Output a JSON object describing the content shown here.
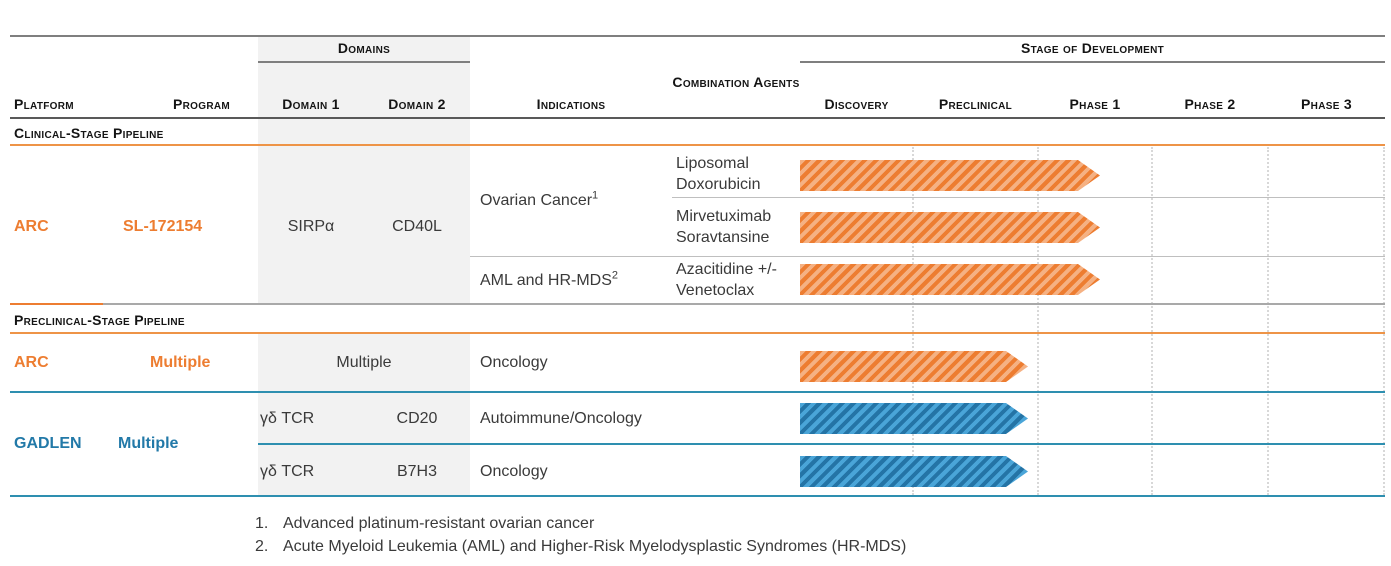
{
  "header": {
    "platform": "Platform",
    "program": "Program",
    "domains_group": "Domains",
    "domain_1": "Domain 1",
    "domain_2": "Domain 2",
    "indications": "Indications",
    "combination_agents": "Combination Agents",
    "stage_of_development": "Stage of Development",
    "stages": [
      "Discovery",
      "Preclinical",
      "Phase 1",
      "Phase 2",
      "Phase 3"
    ]
  },
  "clinical": {
    "section_title": "Clinical-Stage Pipeline",
    "platform": "ARC",
    "program": "SL-172154",
    "domain_1": "SIRPα",
    "domain_2": "CD40L",
    "indication_1": {
      "text": "Ovarian Cancer",
      "footnote_ref": "1"
    },
    "indication_2": {
      "text": "AML and HR-MDS",
      "footnote_ref": "2"
    },
    "combination_agents": [
      "Liposomal Doxorubicin",
      "Mirvetuximab Soravtansine",
      "Azacitidine +/- Venetoclax"
    ],
    "arrows": [
      {
        "agent": "Liposomal Doxorubicin",
        "from": "Discovery",
        "to": "Phase 1",
        "color": "orange"
      },
      {
        "agent": "Mirvetuximab Soravtansine",
        "from": "Discovery",
        "to": "Phase 1",
        "color": "orange"
      },
      {
        "agent": "Azacitidine +/- Venetoclax",
        "from": "Discovery",
        "to": "Phase 1",
        "color": "orange"
      }
    ]
  },
  "preclinical": {
    "section_title": "Preclinical-Stage Pipeline",
    "arc_row": {
      "platform": "ARC",
      "program": "Multiple",
      "domains": "Multiple",
      "indication": "Oncology",
      "arrow": {
        "from": "Discovery",
        "to": "Preclinical",
        "color": "orange"
      }
    },
    "gadlen": {
      "platform": "GADLEN",
      "program": "Multiple",
      "rows": [
        {
          "domain_1": "γδ TCR",
          "domain_2": "CD20",
          "indication": "Autoimmune/Oncology",
          "arrow": {
            "from": "Discovery",
            "to": "Preclinical",
            "color": "blue"
          }
        },
        {
          "domain_1": "γδ TCR",
          "domain_2": "B7H3",
          "indication": "Oncology",
          "arrow": {
            "from": "Discovery",
            "to": "Preclinical",
            "color": "blue"
          }
        }
      ]
    }
  },
  "footnotes": [
    {
      "number": "1.",
      "text": "Advanced platinum-resistant ovarian cancer"
    },
    {
      "number": "2.",
      "text": "Acute Myeloid Leukemia (AML) and Higher-Risk Myelodysplastic Syndromes (HR-MDS)"
    }
  ],
  "colors": {
    "orange_text": "#ED7D31",
    "orange_rule": "#EE9447",
    "orange_arrow_light": "#F5B183",
    "orange_arrow_dark": "#ED7D31",
    "blue_text": "#2279A8",
    "blue_arrow_light": "#4AA5D8",
    "blue_arrow_dark": "#2474A6",
    "teal_rule": "#2E8FB0",
    "domains_bg": "#F2F2F2"
  }
}
